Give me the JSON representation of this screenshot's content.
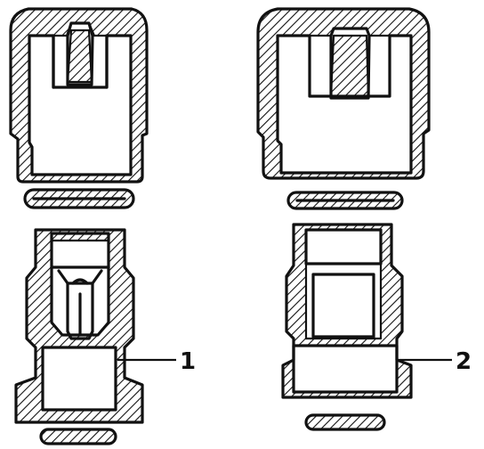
{
  "figure": {
    "callouts": [
      {
        "id": "part-1",
        "label": "1"
      },
      {
        "id": "part-2",
        "label": "2"
      }
    ],
    "colors": {
      "line": "#111111",
      "background": "#ffffff"
    }
  }
}
